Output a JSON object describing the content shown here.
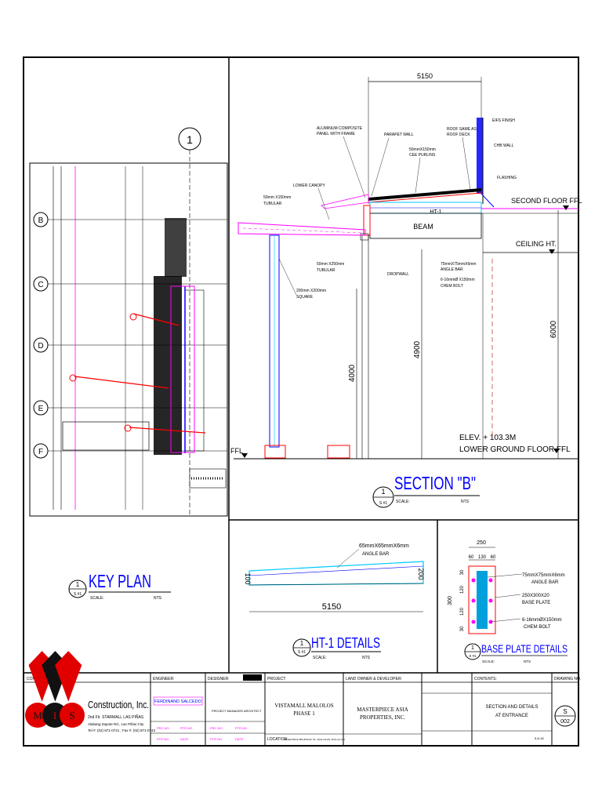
{
  "key_plan": {
    "grid_number": "1",
    "grid_letters": [
      "B",
      "C",
      "D",
      "E",
      "F"
    ],
    "title": "KEY PLAN",
    "ref_number": "1",
    "ref_sheet": "S #1",
    "scale_label": "SCALE:",
    "scale_value": "NTS"
  },
  "section_b": {
    "top_dim": "5150",
    "notes": {
      "aluminum": [
        "ALUMINUM COMPOSITE",
        "PANEL WITH FRAME"
      ],
      "parapet": "PARAPET WALL",
      "roof": [
        "ROOF SAME AS",
        "ROOF DECK"
      ],
      "eifs": "EIFS FINISH",
      "chb": "CHB WALL",
      "purlins": [
        "50mmX150mm",
        "CEE PURLINS"
      ],
      "flashing": "FLASHING",
      "canopy": "LOWER CANOPY",
      "tub150": [
        "50mm X150mm",
        "TUBULAR"
      ],
      "tub250": [
        "50mm X250mm",
        "TUBULAR"
      ],
      "square": [
        "200mm X200mm",
        "SQUARE"
      ],
      "dropwall": "DROPWALL",
      "angle": [
        "75mmX75mmX6mm",
        "ANGLE BAR",
        "6-16mmØ X150mm",
        "CHEM BOLT"
      ],
      "ht1": "HT-1",
      "beam": "BEAM"
    },
    "levels": {
      "second_floor": "SECOND FLOOR FFL",
      "ceiling": "CEILING HT.",
      "elev": "ELEV. + 103.3M",
      "lower_ground": "LOWER GROUND FLOOR FFL",
      "ffl": "FFL"
    },
    "dims": {
      "d4000": "4000",
      "d4900": "4900",
      "d6000": "6000"
    },
    "title": "SECTION \"B\"",
    "ref_number": "1",
    "ref_sheet": "S #1",
    "scale_label": "SCALE:",
    "scale_value": "NTS"
  },
  "ht1_details": {
    "angle_note": [
      "65mmX65mmX6mm",
      "ANGLE BAR"
    ],
    "dim_left": "100",
    "dim_right": "200",
    "length": "5150",
    "title": "HT-1 DETAILS",
    "ref_number": "1",
    "ref_sheet": "S #1",
    "scale_label": "SCALE:",
    "scale_value": "NTS"
  },
  "base_plate": {
    "dim_top": "250",
    "dim_sub": [
      "60",
      "130",
      "60"
    ],
    "dim_side": "300",
    "dim_side_sub": [
      "30",
      "120",
      "120",
      "30"
    ],
    "notes": {
      "angle": [
        "75mmX75mmX6mm",
        "ANGLE BAR"
      ],
      "plate": [
        "250X300X20",
        "BASE PLATE"
      ],
      "bolt": [
        "6-16mmØX150mm",
        "CHEM BOLT"
      ]
    },
    "title": "BASE PLATE DETAILS",
    "ref_number": "1",
    "ref_sheet": "S #1",
    "scale_label": "SCALE:",
    "scale_value": "NTS"
  },
  "title_block": {
    "contractor_label": "CONTRACTOR:",
    "company_name": "Construction, Inc.",
    "logo_letters": [
      "M",
      "I",
      "S"
    ],
    "address": [
      "2nd Flr. STARMALL LAS PIÑAS",
      "Alabang Zapote Rd., Las Piñas City",
      "Tel #: (02) 871-0741 ; Fax #: (02) 871-0743"
    ],
    "engineer_label": "ENGINEER:",
    "engineer_name": "FERDINAND SALCEDO",
    "designer_label": "DESIGNER:",
    "designer_role": "PROJECT MANAGER ARCHITECT",
    "prc_label": "PRC NO.",
    "ptr_label": "PTR NO.",
    "date_label": "DATE",
    "project_label": "PROJECT:",
    "project_name": [
      "VISTAMALL MALOLOS",
      "PHASE 1"
    ],
    "location_label": "LOCATION:",
    "location_value": "McARTHUR HIGHWAY ST. MALOLOS, BULACAN",
    "owner_label": "LAND OWNER & DEVELOPER:",
    "owner_name": [
      "MASTERPIECE ASIA",
      "PROPERTIES, INC."
    ],
    "contents_label": "CONTENTS:",
    "contents_value": [
      "SECTION AND DETAILS",
      "AT ENTRANCE"
    ],
    "drawing_label": "DRAWING NO.",
    "drawing_code": "S",
    "drawing_number": "002",
    "sheet_date": "5-8-18"
  },
  "colors": {
    "frame": "#000000",
    "magenta": "#ff00ff",
    "blue": "#0000ff",
    "red": "#ff0000",
    "cyan": "#00c8ff",
    "dark_red": "#c00000"
  }
}
